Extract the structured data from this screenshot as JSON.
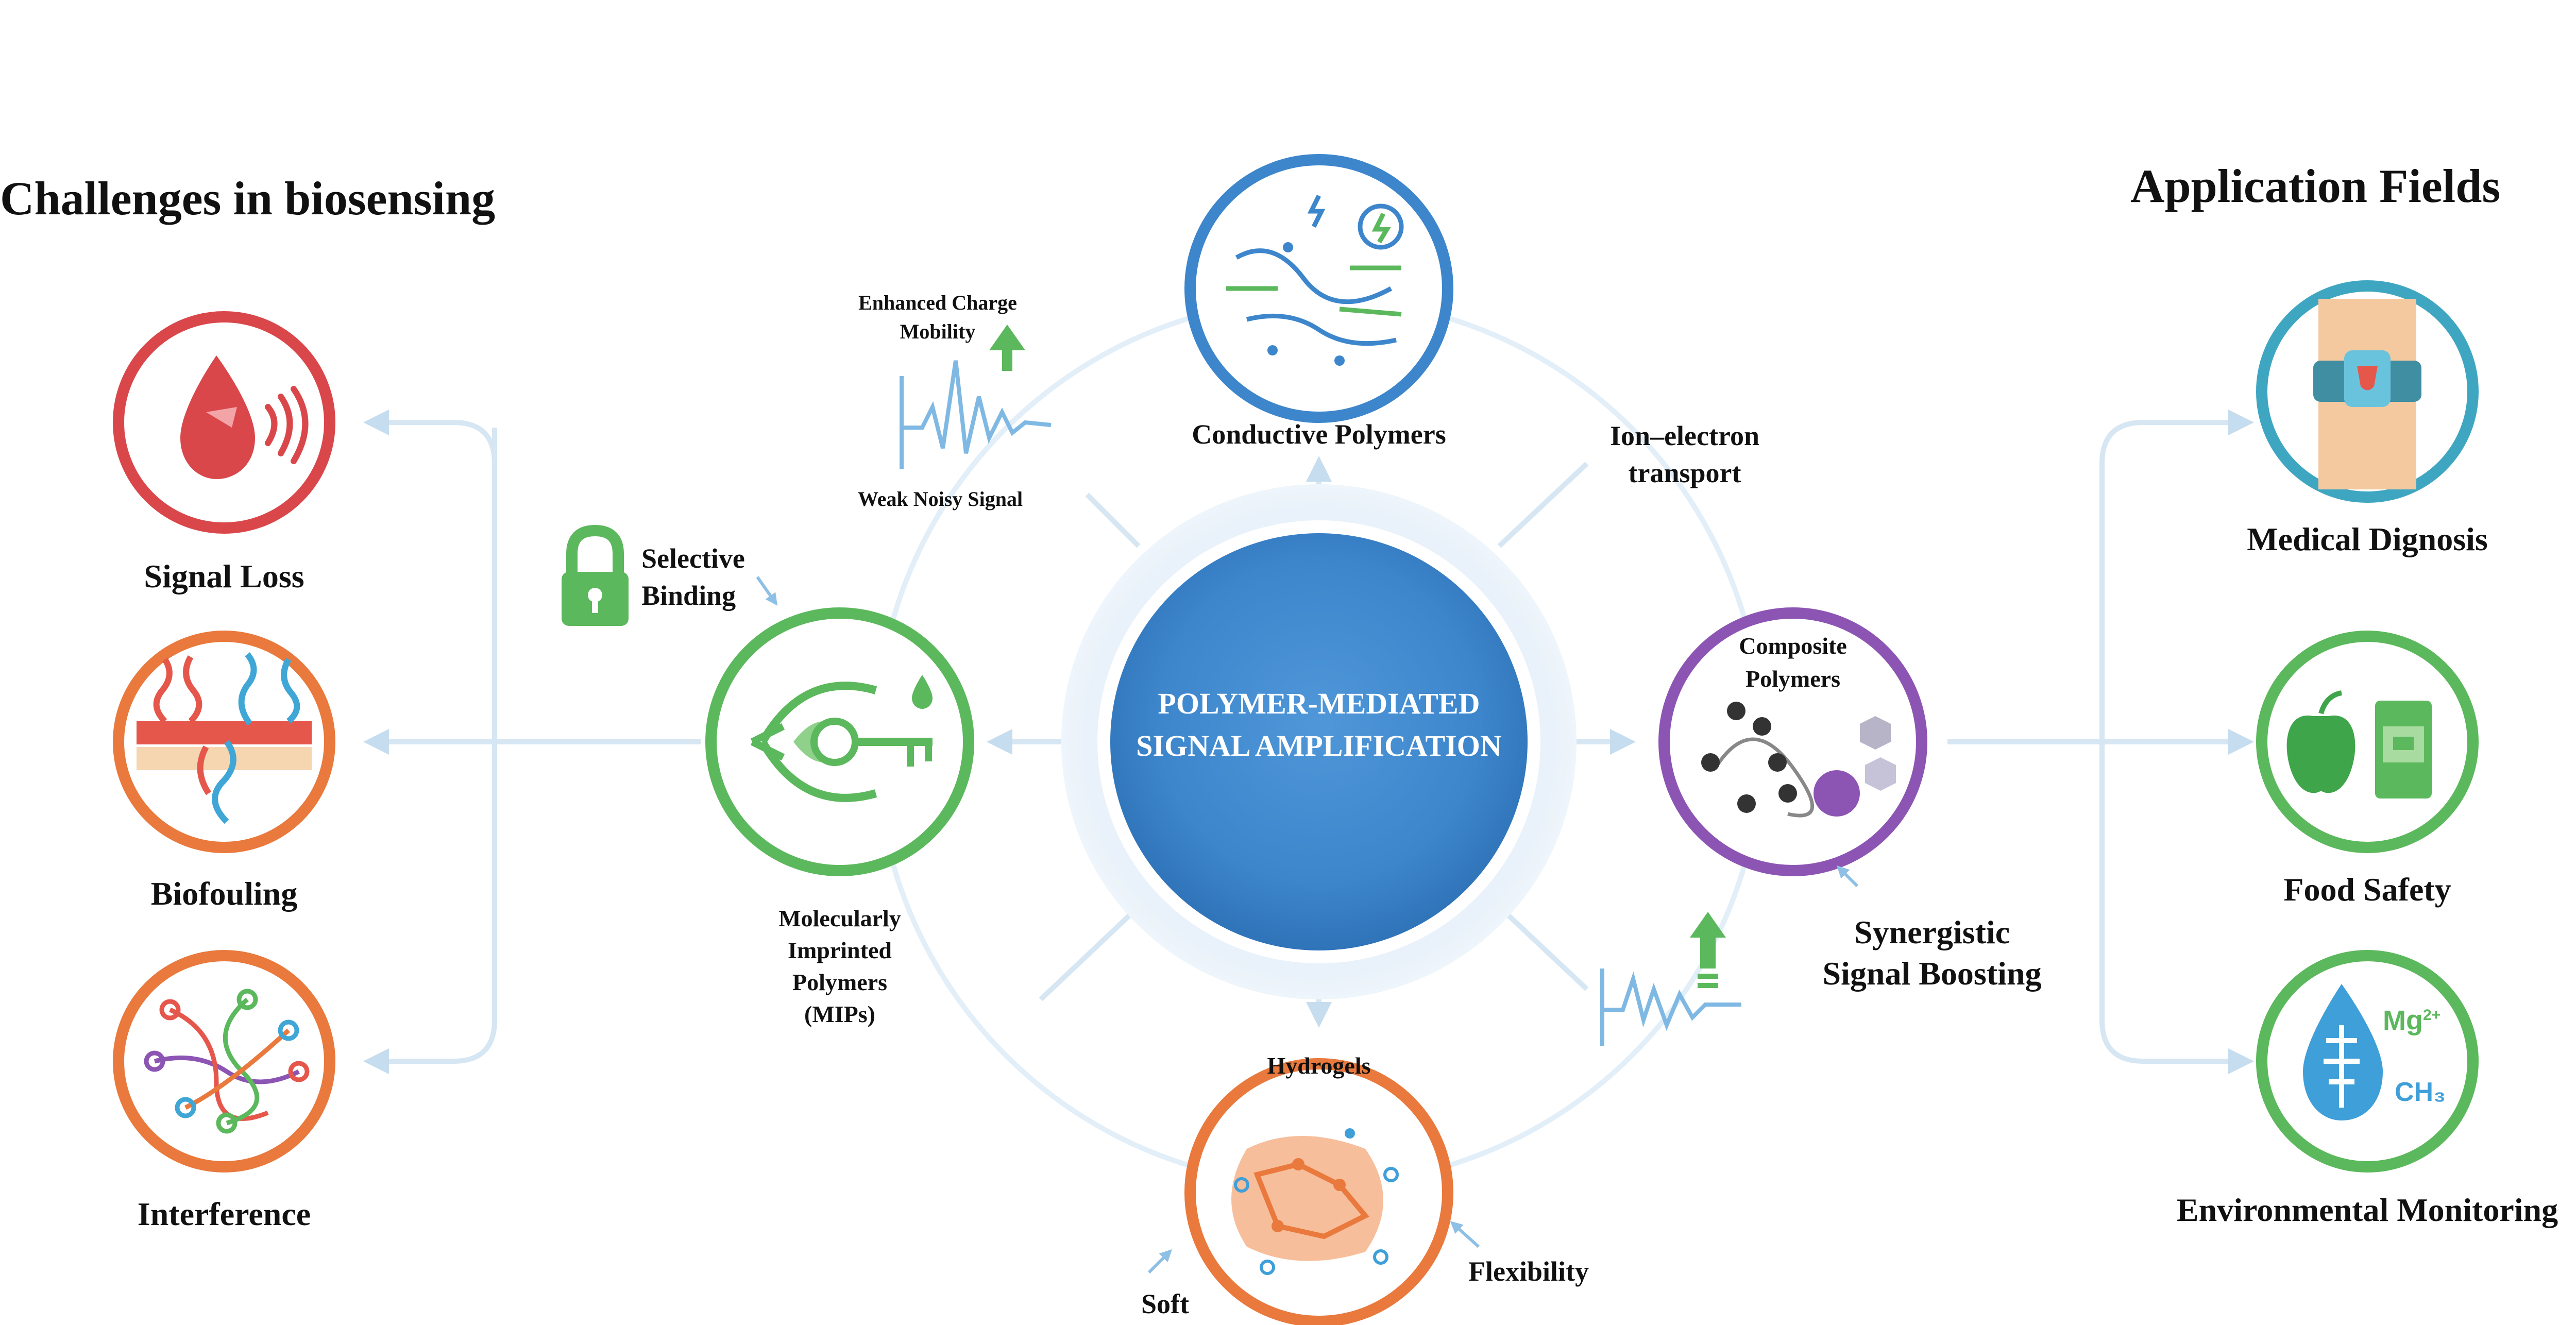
{
  "center": {
    "line1": "POLYMER-MEDIATED",
    "line2": "SIGNAL AMPLIFICATION"
  },
  "challenges": {
    "title": "Challenges in biosensing",
    "items": [
      {
        "label": "Signal Loss",
        "icon": "blood-drop-signal-icon",
        "color": "#d9474b"
      },
      {
        "label": "Biofouling",
        "icon": "biofouling-membrane-icon",
        "color": "#e9793c"
      },
      {
        "label": "Interference",
        "icon": "molecular-tangle-icon",
        "color": "#e9793c"
      }
    ]
  },
  "applications": {
    "title": "Application Fields",
    "items": [
      {
        "label": "Medical Dignosis",
        "icon": "wearable-band-icon",
        "color": "#3fa6c2"
      },
      {
        "label": "Food Safety",
        "icon": "apple-package-icon",
        "color": "#5cb85c"
      },
      {
        "label": "Environmental Monitoring",
        "icon": "water-drop-icon",
        "color": "#5cb85c"
      }
    ],
    "chem_mg": "Mg",
    "chem_mg_charge": "2+",
    "chem_ch3": "CH₃"
  },
  "polymers": {
    "conductive": {
      "label": "Conductive Polymers",
      "color": "#3d86cc"
    },
    "mips": {
      "line1": "Molecularly",
      "line2": "Imprinted",
      "line3": "Polymers",
      "line4": "(MIPs)",
      "color": "#5cb85c"
    },
    "composite": {
      "line1": "Composite",
      "line2": "Polymers",
      "color": "#8d55b3"
    },
    "hydrogels": {
      "label": "Hydrogels",
      "color": "#e9793c"
    }
  },
  "annotations": {
    "enhanced_line1": "Enhanced Charge",
    "enhanced_line2": "Mobility",
    "weak_noisy": "Weak Noisy Signal",
    "ion_line1": "Ion–electron",
    "ion_line2": "transport",
    "selective_line1": "Selective",
    "selective_line2": "Binding",
    "synergistic_line1": "Synergistic",
    "synergistic_line2": "Signal Boosting",
    "soft": "Soft",
    "flexibility": "Flexibility"
  }
}
